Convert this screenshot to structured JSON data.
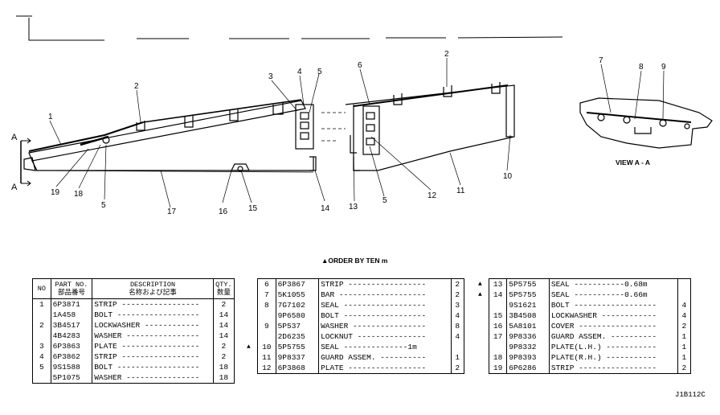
{
  "callouts": {
    "c1": "1",
    "c2a": "2",
    "c2b": "2",
    "c3": "3",
    "c4": "4",
    "c5a": "5",
    "c5b": "5",
    "c5c": "5",
    "c6": "6",
    "c7": "7",
    "c8": "8",
    "c9": "9",
    "c10": "10",
    "c11": "11",
    "c12": "12",
    "c13": "13",
    "c14": "14",
    "c15": "15",
    "c16": "16",
    "c17": "17",
    "c18": "18",
    "c19": "19",
    "a_top": "A",
    "a_bottom": "A"
  },
  "view_label": "VIEW  A - A",
  "order_note": "ORDER BY TEN m",
  "figure_id": "J1B112C",
  "table1": {
    "headers": {
      "no": "NO",
      "part_no": "PART NO.\n部品番号",
      "description": "DESCRIPTION\n名称および記事",
      "qty": "QTY.\n数量"
    },
    "rows": [
      {
        "no": "1",
        "part": "6P3871",
        "desc": "STRIP",
        "qty": "2"
      },
      {
        "no": "",
        "part": "1A458",
        "desc": "BOLT",
        "qty": "14"
      },
      {
        "no": "2",
        "part": "3B4517",
        "desc": "LOCKWASHER",
        "qty": "14"
      },
      {
        "no": "",
        "part": "4B4283",
        "desc": "WASHER",
        "qty": "14"
      },
      {
        "no": "3",
        "part": "6P3863",
        "desc": "PLATE",
        "qty": "2"
      },
      {
        "no": "4",
        "part": "6P3862",
        "desc": "STRIP",
        "qty": "2"
      },
      {
        "no": "5",
        "part": "9S1588",
        "desc": "BOLT",
        "qty": "18"
      },
      {
        "no": "",
        "part": "5P1075",
        "desc": "WASHER",
        "qty": "18"
      }
    ]
  },
  "table2": {
    "rows": [
      {
        "no": "6",
        "part": "6P3867",
        "desc": "STRIP",
        "qty": "2"
      },
      {
        "no": "7",
        "part": "5K1055",
        "desc": "BAR",
        "qty": "2"
      },
      {
        "no": "8",
        "part": "7G7102",
        "desc": "SEAL",
        "qty": "3"
      },
      {
        "no": "",
        "part": "9P6580",
        "desc": "BOLT",
        "qty": "4"
      },
      {
        "no": "9",
        "part": "5P537",
        "desc": "WASHER",
        "qty": "8"
      },
      {
        "no": "",
        "part": "2D6235",
        "desc": "LOCKNUT",
        "qty": "4"
      },
      {
        "no": "10",
        "part": "5P5755",
        "desc": "SEAL",
        "len": "1m",
        "qty": ""
      },
      {
        "no": "11",
        "part": "9P8337",
        "desc": "GUARD ASSEM.",
        "qty": "1"
      },
      {
        "no": "12",
        "part": "6P3868",
        "desc": "PLATE",
        "qty": "2"
      }
    ]
  },
  "table3": {
    "rows": [
      {
        "no": "13",
        "part": "5P5755",
        "desc": "SEAL",
        "len": "0.68m",
        "qty": ""
      },
      {
        "no": "14",
        "part": "5P5755",
        "desc": "SEAL",
        "len": "0.66m",
        "qty": ""
      },
      {
        "no": "",
        "part": "9S1621",
        "desc": "BOLT",
        "qty": "4"
      },
      {
        "no": "15",
        "part": "3B4508",
        "desc": "LOCKWASHER",
        "qty": "4"
      },
      {
        "no": "16",
        "part": "5A8101",
        "desc": "COVER",
        "qty": "2"
      },
      {
        "no": "17",
        "part": "9P8336",
        "desc": "GUARD ASSEM.",
        "qty": "1"
      },
      {
        "no": "",
        "part": "9P8332",
        "desc": "PLATE(L.H.)",
        "qty": "1"
      },
      {
        "no": "18",
        "part": "9P8393",
        "desc": "PLATE(R.H.)",
        "qty": "1"
      },
      {
        "no": "19",
        "part": "6P6286",
        "desc": "STRIP",
        "qty": "2"
      }
    ]
  }
}
